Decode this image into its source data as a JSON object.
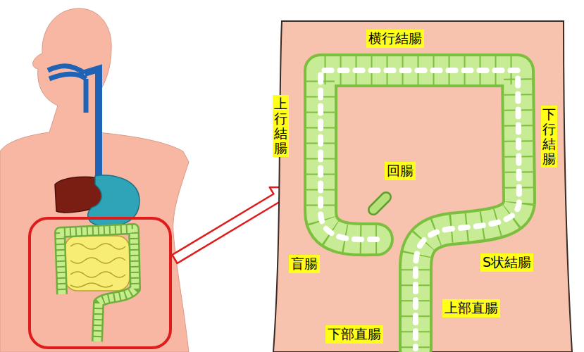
{
  "diagram": {
    "labels": [
      "横行結腸",
      "上行結腸",
      "下行結腸",
      "回腸",
      "盲腸",
      "S状結腸",
      "上部直腸",
      "下部直腸"
    ]
  }
}
